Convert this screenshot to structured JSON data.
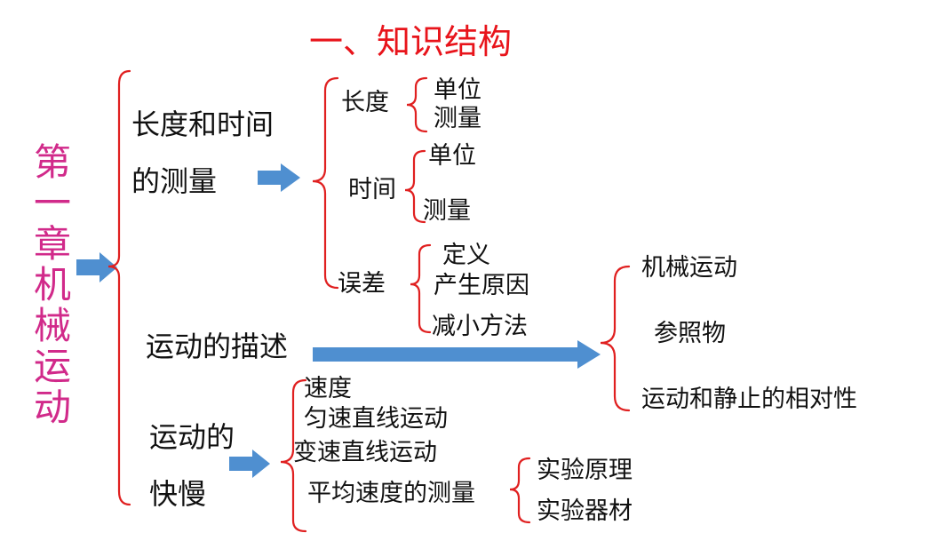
{
  "title": "一、知识结构",
  "chapter": "第一章 机械运动",
  "colors": {
    "title": "#e8141b",
    "chapter": "#d12a8a",
    "brace": "#e02020",
    "arrow": "#4f8fd0",
    "text": "#111111"
  },
  "branches": {
    "length_time": {
      "label_line1": "长度和时间",
      "label_line2": "的测量",
      "length": {
        "label": "长度",
        "items": [
          "单位",
          "测量"
        ]
      },
      "time": {
        "label": "时间",
        "items": [
          "单位",
          "测量"
        ]
      },
      "error": {
        "label": "误差",
        "items": [
          "定义",
          "产生原因",
          "减小方法"
        ]
      }
    },
    "motion_description": {
      "label": "运动的描述",
      "items": [
        "机械运动",
        "参照物",
        "运动和静止的相对性"
      ]
    },
    "motion_speed": {
      "label_line1": "运动的",
      "label_line2": "快慢",
      "items": [
        "速度",
        "匀速直线运动",
        "变速直线运动",
        "平均速度的测量"
      ],
      "avg_speed_items": [
        "实验原理",
        "实验器材"
      ]
    }
  }
}
